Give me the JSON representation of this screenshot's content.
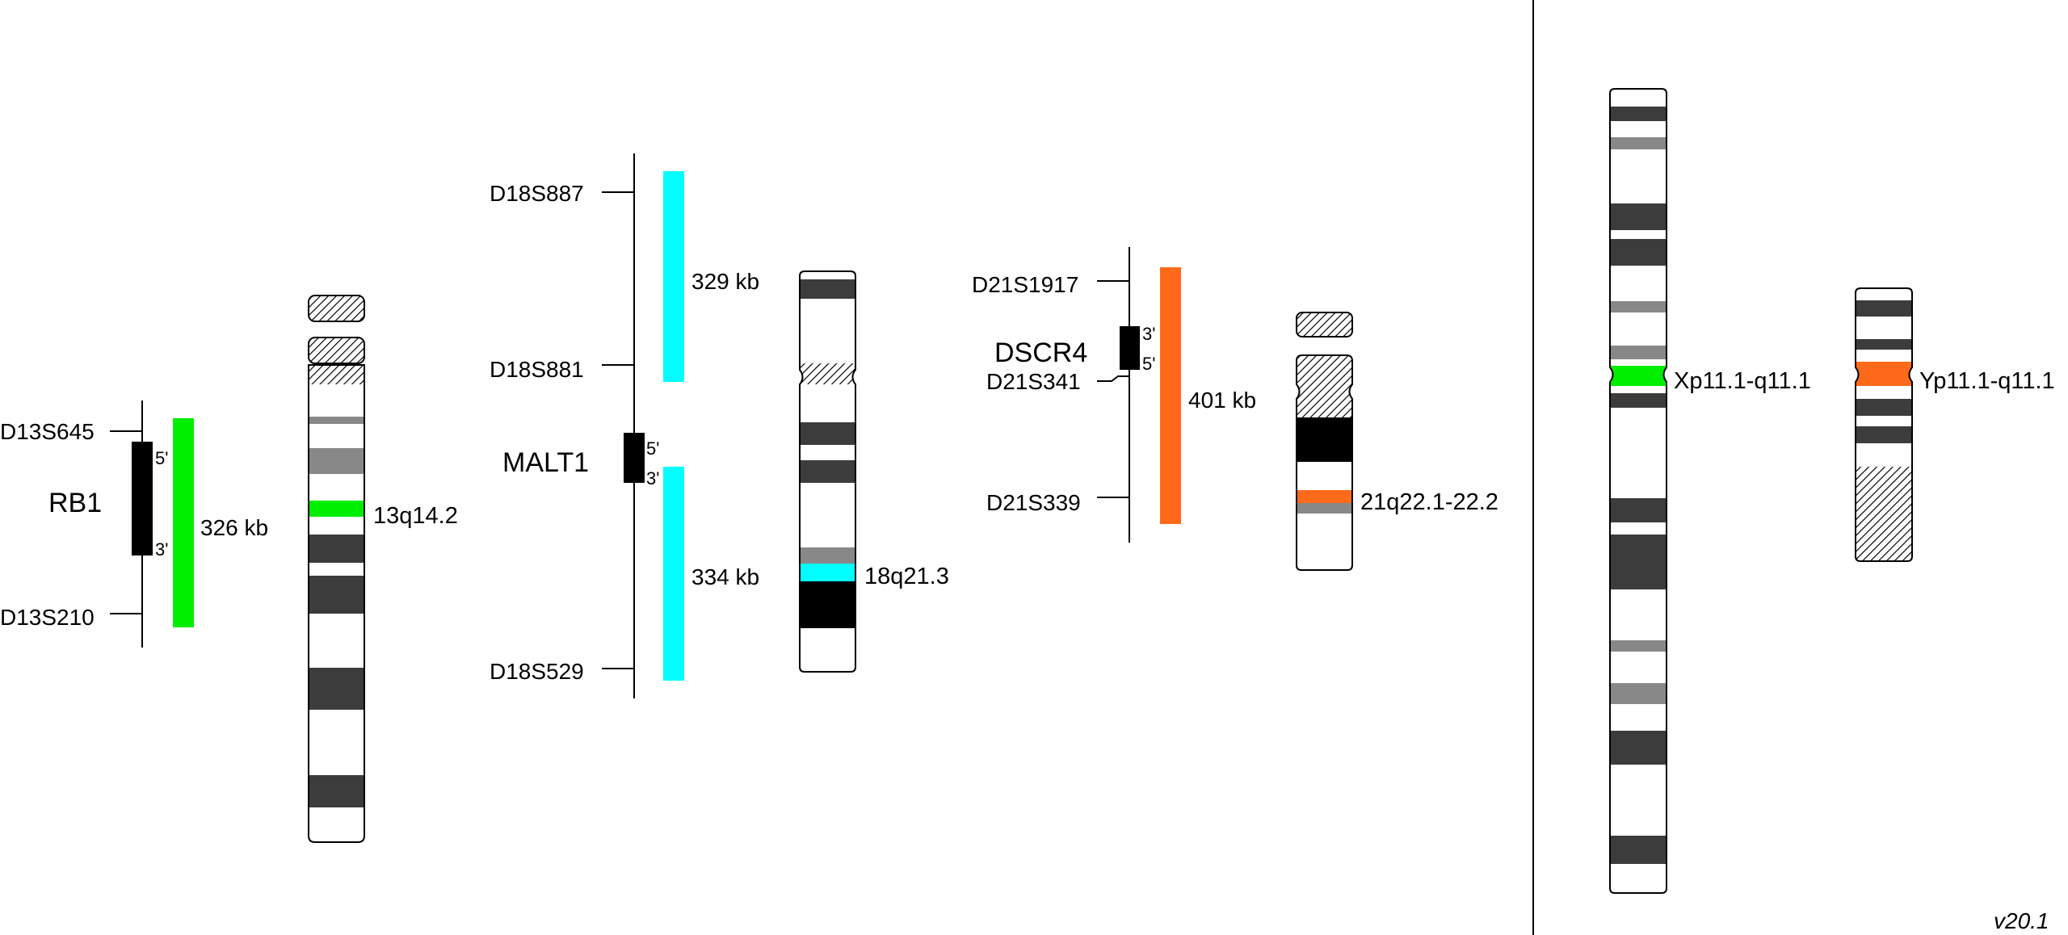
{
  "colors": {
    "green": "#00ee00",
    "cyan": "#00ffff",
    "orange": "#ff6a1a",
    "dark_band": "#3c3c3c",
    "grey_band": "#888888",
    "black": "#000000"
  },
  "panel_rb1": {
    "marker_top": "D13S645",
    "marker_bottom": "D13S210",
    "gene": "RB1",
    "prime5": "5'",
    "prime3": "3'",
    "probe_size": "326 kb",
    "band": "13q14.2",
    "probe_color": "green"
  },
  "panel_malt1": {
    "marker_1": "D18S887",
    "marker_2": "D18S881",
    "marker_3": "D18S529",
    "gene": "MALT1",
    "prime5": "5'",
    "prime3": "3'",
    "probe_size_top": "329 kb",
    "probe_size_bottom": "334 kb",
    "band": "18q21.3",
    "probe_color": "cyan"
  },
  "panel_dscr4": {
    "marker_1": "D21S1917",
    "marker_2": "D21S341",
    "marker_3": "D21S339",
    "gene": "DSCR4",
    "prime3": "3'",
    "prime5": "5'",
    "probe_size": "401 kb",
    "band": "21q22.1-22.2",
    "probe_color": "orange"
  },
  "panel_x": {
    "band": "Xp11.1-q11.1",
    "probe_color": "green"
  },
  "panel_y": {
    "band": "Yp11.1-q11.1",
    "probe_color": "orange"
  },
  "version": "v20.1"
}
